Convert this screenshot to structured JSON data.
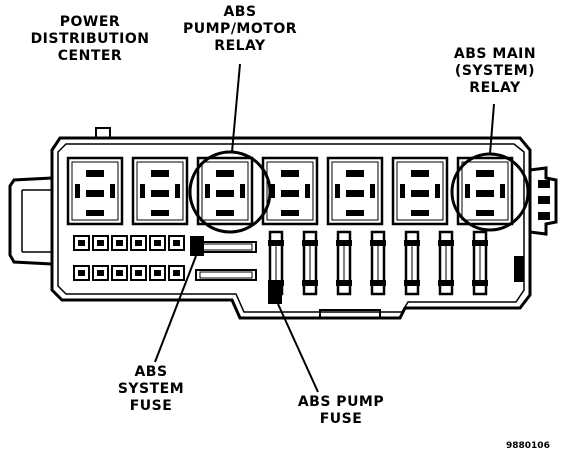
{
  "labels": {
    "pdc": [
      "POWER",
      "DISTRIBUTION",
      "CENTER"
    ],
    "abs_pump_motor_relay": [
      "ABS",
      "PUMP/MOTOR",
      "RELAY"
    ],
    "abs_main_relay": [
      "ABS MAIN",
      "(SYSTEM)",
      "RELAY"
    ],
    "abs_system_fuse": [
      "ABS",
      "SYSTEM",
      "FUSE"
    ],
    "abs_pump_fuse": [
      "ABS PUMP",
      "FUSE"
    ]
  },
  "figure_id": "9880106",
  "colors": {
    "ink": "#000000",
    "paper": "#ffffff"
  }
}
